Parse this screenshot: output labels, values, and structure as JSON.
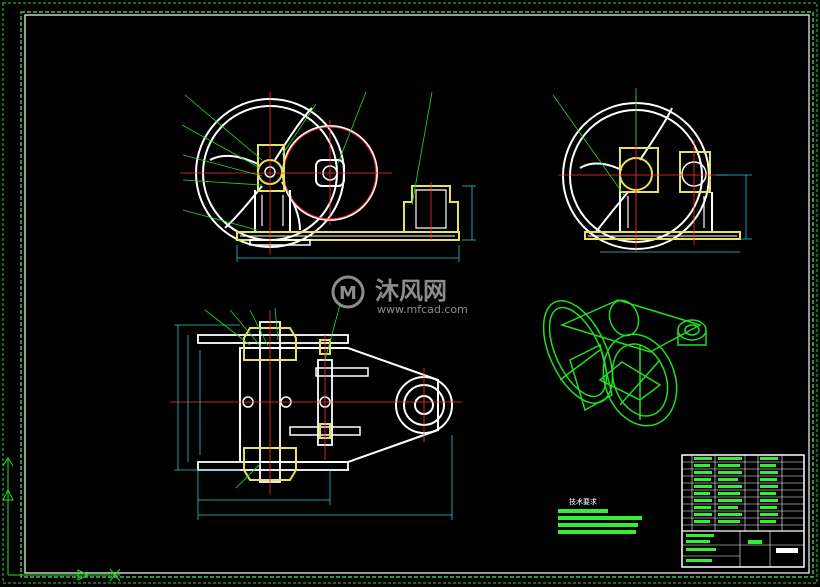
{
  "watermark": {
    "brand": "沐风网",
    "domain": "www.mfcad.com",
    "logo_glyph": "M"
  },
  "notes_heading": "技术要求",
  "colors": {
    "background": "#000000",
    "frame": "#33cc33",
    "white_part": "#ffffff",
    "yellow_part": "#e8e060",
    "red_center": "#ff3030",
    "green_leader": "#22dd22",
    "cyan_dim": "#22cccc",
    "watermark": "#bbbbbb"
  }
}
